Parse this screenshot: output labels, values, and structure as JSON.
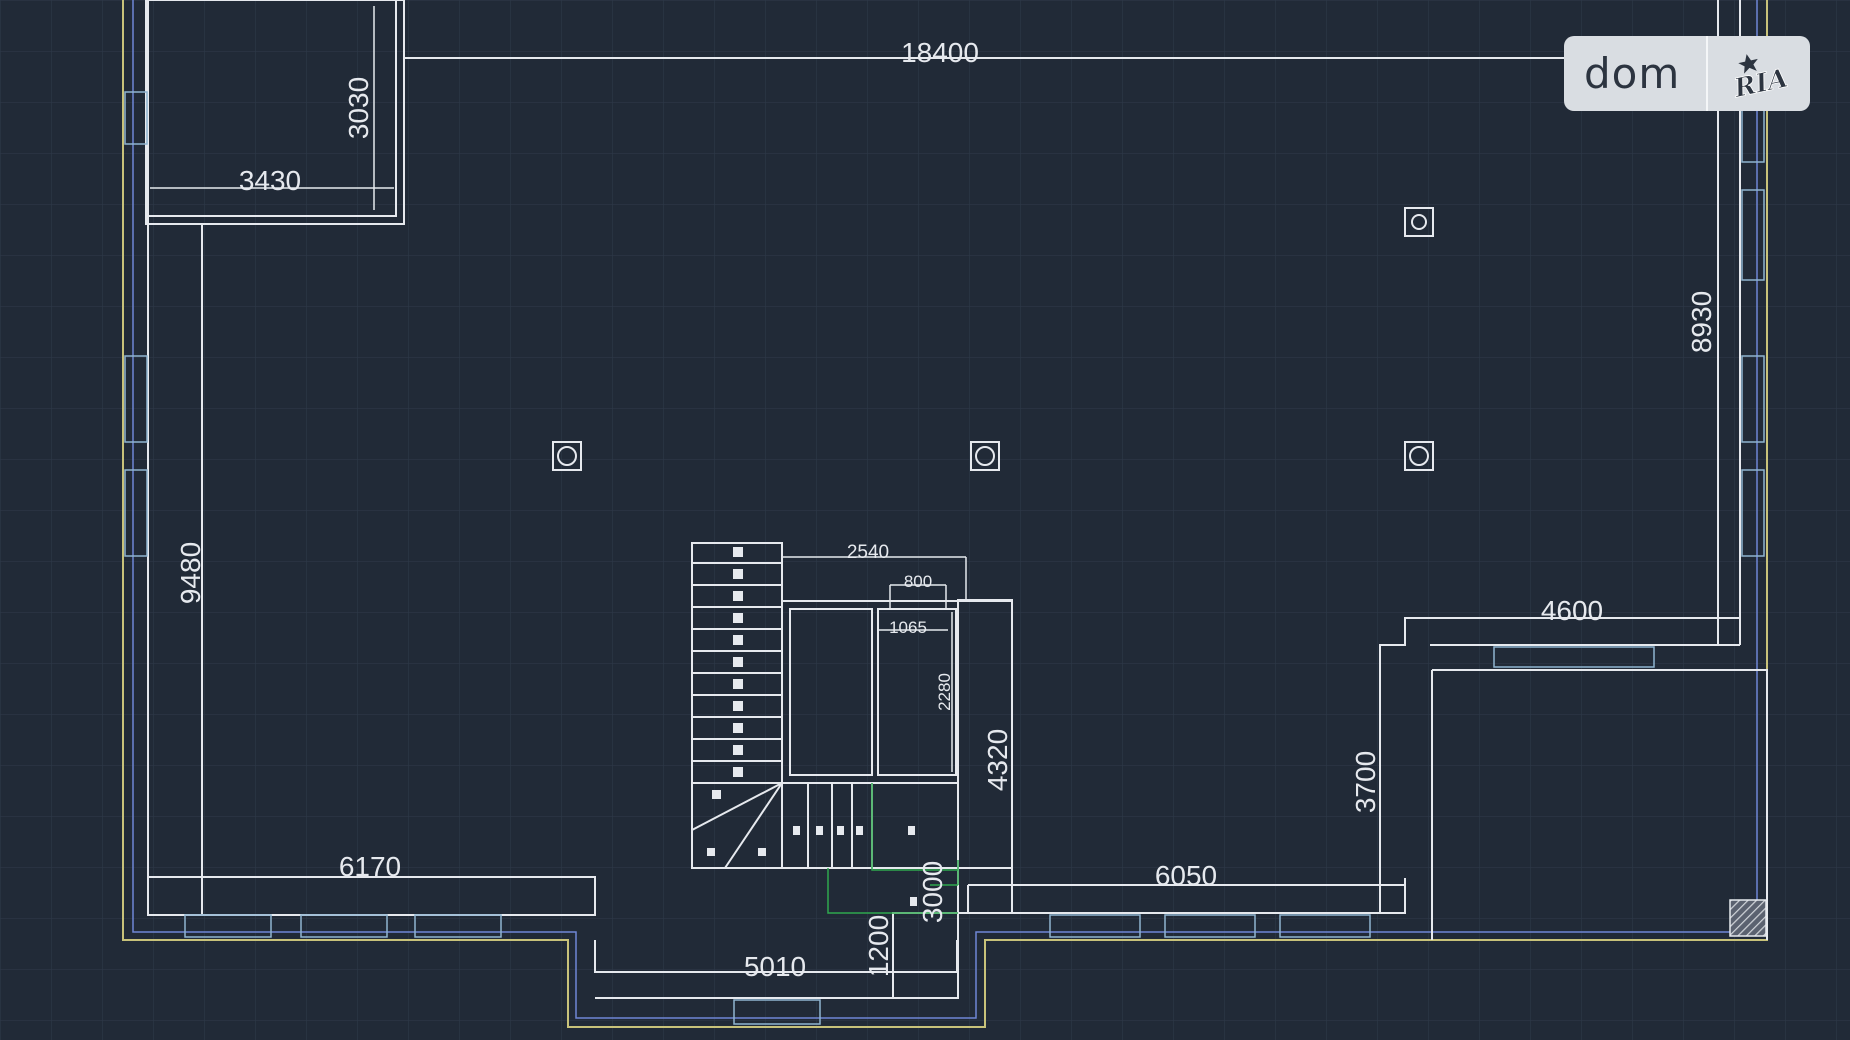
{
  "colors": {
    "background": "#212a37",
    "grid": "#2d3847",
    "wall": "#e6e9ee",
    "outline_yellow": "#c8c27a",
    "outline_blue": "#6f86d6",
    "stair_green": "#2fa84f",
    "window": "#8fb4d0"
  },
  "dimensions": {
    "top_width": "18400",
    "box_height": "3030",
    "box_width": "3430",
    "right_height": "8930",
    "left_height": "9480",
    "stair_width": "2540",
    "stair_800": "800",
    "stair_1065": "1065",
    "stair_2280": "2280",
    "stair_4320": "4320",
    "right_notch_width": "4600",
    "right_notch_height": "3700",
    "bottom_left_width": "6170",
    "bottom_mid_width": "6050",
    "bottom_center_width": "5010",
    "small_1200": "1200",
    "small_3000": "3000"
  },
  "watermark": {
    "dom_text": "dom",
    "ria_text": "RIA"
  },
  "icons": {
    "column": "column-icon",
    "logo_star": "star-icon"
  }
}
